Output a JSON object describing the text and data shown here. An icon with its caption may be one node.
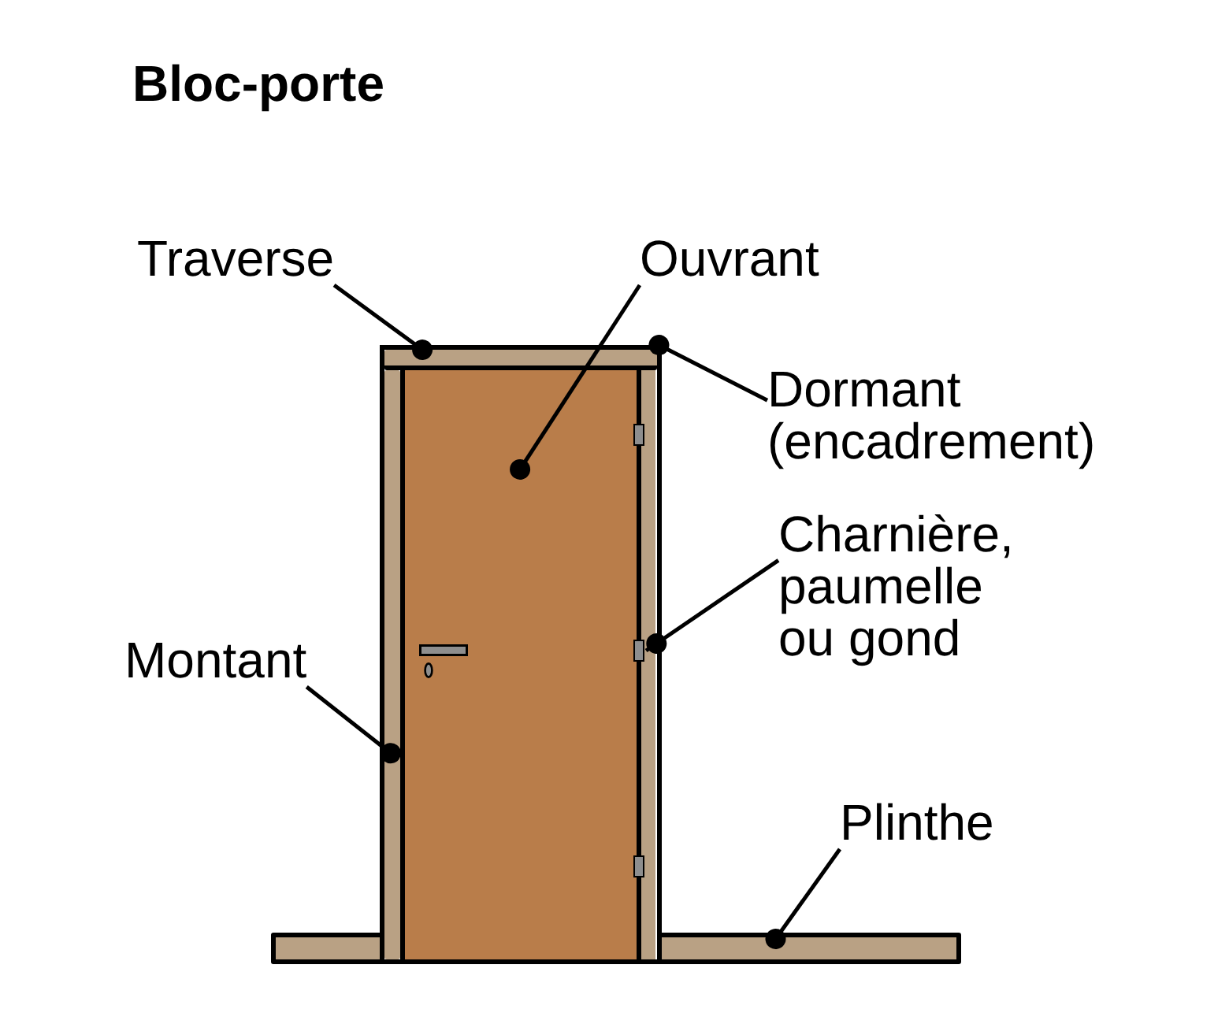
{
  "diagram": {
    "title": "Bloc-porte",
    "nodes": [
      {
        "text": [
          "Traverse"
        ]
      },
      {
        "text": [
          "Ouvrant"
        ]
      },
      {
        "text": [
          "Dormant (encadrement)"
        ]
      },
      {
        "text": [
          "Charnière, paumelle ou gond"
        ]
      },
      {
        "text": [
          "Montant"
        ]
      },
      {
        "text": [
          "Plinthe"
        ]
      },
      {
        "text": [],
        "shape": "box"
      },
      {
        "text": [],
        "shape": "bar",
        "in": 6
      },
      {
        "text": [],
        "shape": "bar",
        "in": 6
      },
      {
        "text": [],
        "shape": "box",
        "in": 6
      },
      {
        "text": [],
        "shape": "box",
        "in": 6
      },
      {
        "text": [],
        "shape": "bar"
      }
    ],
    "edges": [
      {
        "from": 0,
        "to": 7,
        "arrow": "other"
      },
      {
        "from": 1,
        "to": 9,
        "arrow": "other"
      },
      {
        "from": 2,
        "to": 6,
        "arrow": "other"
      },
      {
        "from": 3,
        "to": 10,
        "arrow": "other"
      },
      {
        "from": 4,
        "to": 8,
        "arrow": "other"
      },
      {
        "from": 5,
        "to": 11,
        "arrow": "other"
      }
    ]
  }
}
